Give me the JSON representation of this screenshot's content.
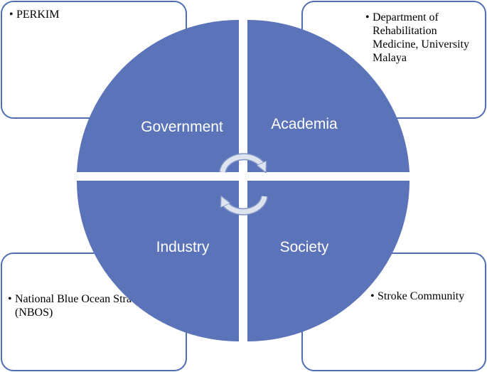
{
  "colors": {
    "quadrant": "#5b73b8",
    "border": "#4f6eb2",
    "arrow": "#dde3ef"
  },
  "quadrants": {
    "top_left": "Government",
    "top_right": "Academia",
    "bottom_left": "Industry",
    "bottom_right": "Society"
  },
  "boxes": {
    "top_left": {
      "items": [
        "PERKIM"
      ]
    },
    "top_right": {
      "items": [
        "Department of Rehabilitation Medicine, University Malaya"
      ]
    },
    "bottom_left": {
      "items": [
        "National Blue Ocean Strategy (NBOS)"
      ]
    },
    "bottom_right": {
      "items": [
        "Stroke Community"
      ]
    }
  },
  "bullet_symbol": "•",
  "icons": [
    "cycle-arrow-icon"
  ]
}
